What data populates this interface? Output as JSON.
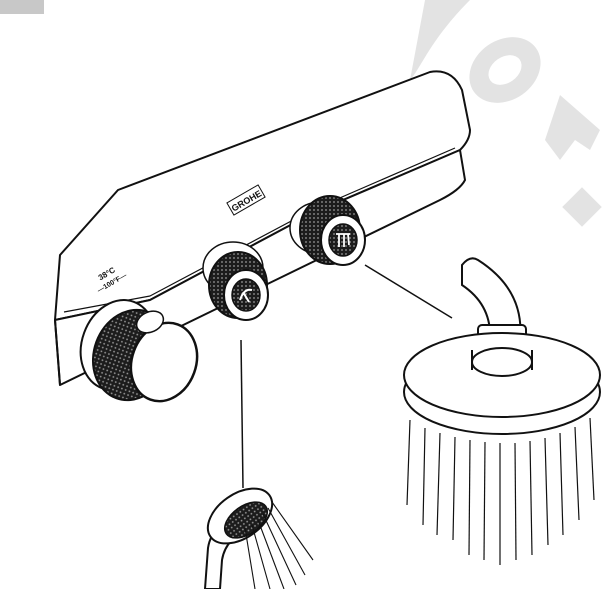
{
  "brand": {
    "logo_text": "GROHE"
  },
  "thermostat": {
    "scale_text": "38°C",
    "safety_text": "—100°F—"
  },
  "controls": {
    "left_knob_symbol": "hand-shower-icon",
    "right_knob_symbol": "head-shower-icon"
  },
  "colors": {
    "line": "#111111",
    "knurl": "#1c1c1c",
    "watermark": "#d8d8d8",
    "corner_badge": "#c8c8c8"
  }
}
